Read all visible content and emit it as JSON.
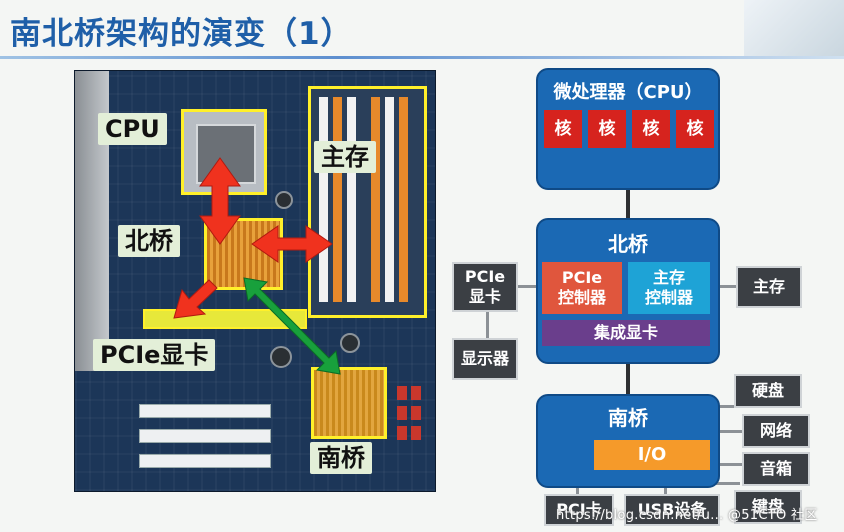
{
  "slide": {
    "title": "南北桥架构的演变（1）"
  },
  "photo": {
    "labels": {
      "cpu": "CPU",
      "memory": "主存",
      "northbridge": "北桥",
      "pcie_gpu": "PCIe显卡",
      "southbridge": "南桥"
    },
    "colors": {
      "arrow_red": "#f0321e",
      "arrow_green": "#18a03c",
      "highlight": "#fff02a"
    }
  },
  "diagram": {
    "cpu": {
      "title": "微处理器（CPU）",
      "cores": [
        "核",
        "核",
        "核",
        "核"
      ]
    },
    "northbridge": {
      "title": "北桥",
      "pcie_controller": "PCIe\n控制器",
      "memory_controller": "主存\n控制器",
      "integrated_gpu": "集成显卡"
    },
    "southbridge": {
      "title": "南桥",
      "io": "I/O"
    },
    "peripherals": {
      "pcie_gpu": "PCIe\n显卡",
      "memory": "主存",
      "display": "显示器",
      "disk": "硬盘",
      "network": "网络",
      "speaker": "音箱",
      "pcie_card": "PCI卡",
      "usb": "USB设备",
      "keyboard": "键盘"
    },
    "colors": {
      "block_blue": "#1b69b4",
      "core_red": "#d6231e",
      "pcie_ctrl_red": "#e0563d",
      "mem_ctrl_cyan": "#1ea3d6",
      "igpu_purple": "#6a3e8c",
      "io_orange": "#f59a2a",
      "peripheral_gray": "#3b3f44"
    }
  },
  "watermark": "https://blog.csdn.net/u... @51CTO 社区"
}
